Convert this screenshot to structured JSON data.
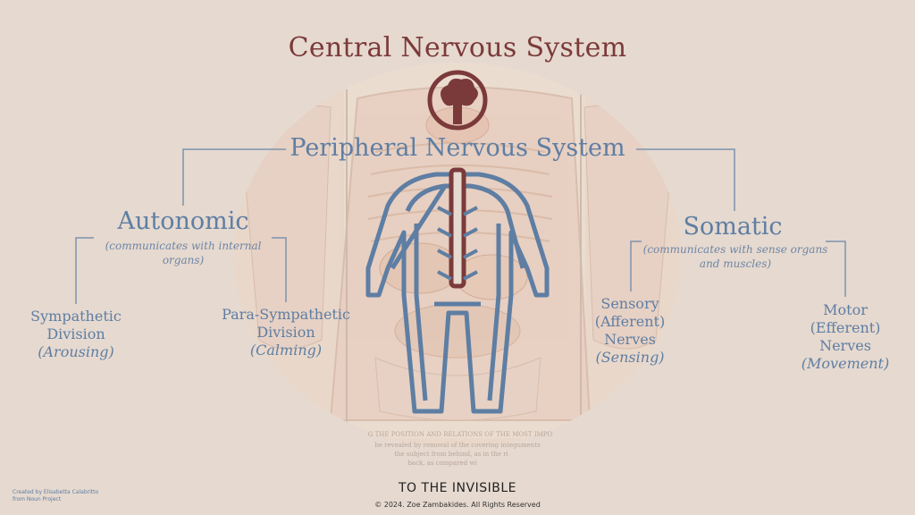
{
  "central_title": "Central Nervous System",
  "peripheral_title": "Peripheral Nervous System",
  "autonomic": {
    "title": "Autonomic",
    "desc_line1": "(communicates with internal",
    "desc_line2": "organs)",
    "sympathetic": {
      "line1": "Sympathetic",
      "line2": "Division",
      "line3": "(Arousing)"
    },
    "parasympathetic": {
      "line1": "Para-Sympathetic",
      "line2": "Division",
      "line3": "(Calming)"
    }
  },
  "somatic": {
    "title": "Somatic",
    "desc_line1": "(communicates with sense organs",
    "desc_line2": "and muscles)",
    "sensory": {
      "line1": "Sensory",
      "line2": "(Afferent)",
      "line3": "Nerves",
      "line4": "(Sensing)"
    },
    "motor": {
      "line1": "Motor",
      "line2": "(Efferent)",
      "line3": "Nerves",
      "line4": "(Movement)"
    }
  },
  "book_caption": {
    "line1": "G THE POSITION AND RELATIONS OF THE MOST IMPO",
    "line2": "be revealed by removal of the covering integuments",
    "line3": "the subject from behind, as in the ri",
    "line4": "back, as compared wi"
  },
  "brand": "TO THE INVISIBLE",
  "copyright": "© 2024. Zoe Zambakides. All Rights Reserved",
  "credit": {
    "line1": "Created by Elisabetta Calabritto",
    "line2": "from Noun Project"
  },
  "colors": {
    "background": "#e6d9cf",
    "central": "#7b3a3a",
    "peripheral": "#5e7ea3",
    "connector": "#7d93ae"
  }
}
